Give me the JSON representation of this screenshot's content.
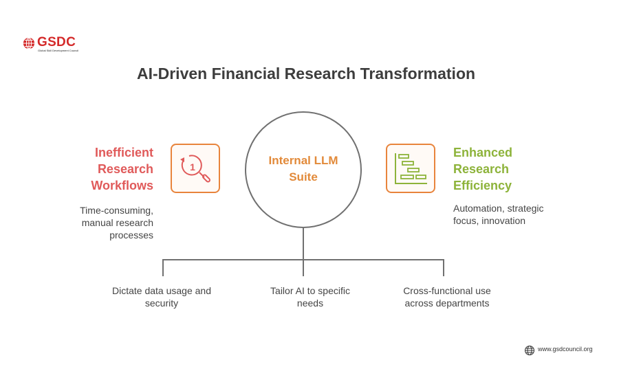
{
  "logo": {
    "name": "GSDC",
    "subtitle": "Global Skill Development Council"
  },
  "title": "AI-Driven Financial Research Transformation",
  "center": {
    "line1": "Internal LLM",
    "line2": "Suite"
  },
  "left": {
    "heading": [
      "Inefficient",
      "Research",
      "Workflows"
    ],
    "description": [
      "Time-consuming,",
      "manual research",
      "processes"
    ],
    "icon": "magnifier-clock-icon",
    "step": "1"
  },
  "right": {
    "heading": [
      "Enhanced",
      "Research",
      "Efficiency"
    ],
    "description": [
      "Automation, strategic",
      "focus, innovation"
    ],
    "icon": "gantt-chart-icon"
  },
  "branches": [
    [
      "Dictate data usage and",
      "security"
    ],
    [
      "Tailor AI to specific",
      "needs"
    ],
    [
      "Cross-functional use",
      "across departments"
    ]
  ],
  "footer": {
    "website": "www.gsdcouncil.org",
    "icon": "globe-icon"
  },
  "colors": {
    "red": "#e05a5a",
    "green": "#8db33a",
    "orange": "#e28a3a",
    "box_border": "#e8843c",
    "line": "#707070",
    "logo": "#d42a2a"
  }
}
